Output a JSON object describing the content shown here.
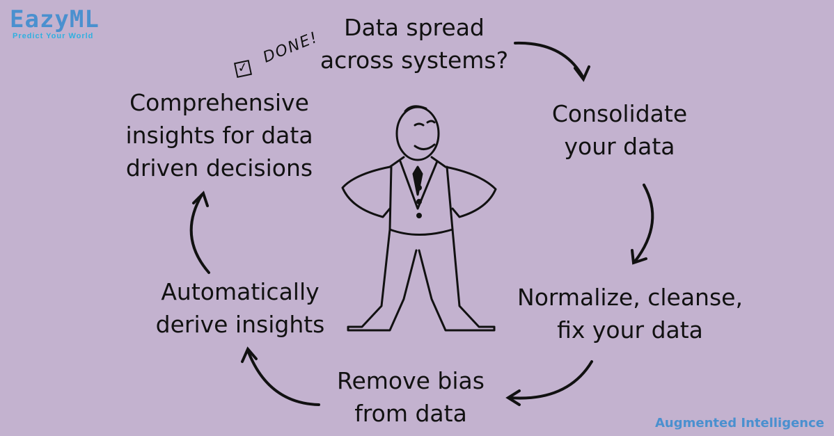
{
  "logo": {
    "name": "EazyML",
    "tagline": "Predict Your World"
  },
  "annotation": {
    "done": "DONE!"
  },
  "cycle": [
    "Data spread\nacross systems?",
    "Consolidate\nyour data",
    "Normalize, cleanse,\nfix your data",
    "Remove bias\nfrom data",
    "Automatically\nderive insights",
    "Comprehensive\ninsights for data\ndriven decisions"
  ],
  "footer": "Augmented Intelligence",
  "colors": {
    "background": "#c3b2cf",
    "brand": "#4a90cf"
  }
}
